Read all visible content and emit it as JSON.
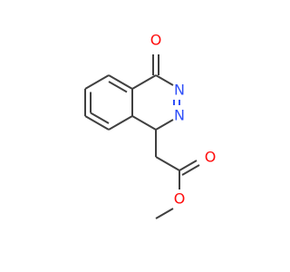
{
  "molecule": {
    "atoms": {
      "o_carbonyl_top": {
        "symbol": "O",
        "color": "#ff0d0d"
      },
      "n_upper": {
        "symbol": "N",
        "color": "#3050f8"
      },
      "n_lower": {
        "symbol": "N",
        "color": "#3050f8"
      },
      "o_ester_carbonyl": {
        "symbol": "O",
        "color": "#ff0d0d"
      },
      "o_ester_single": {
        "symbol": "O",
        "color": "#ff0d0d"
      }
    },
    "colors": {
      "carbon_bond": "#404040",
      "oxygen": "#ff0d0d",
      "nitrogen": "#3050f8",
      "background": "#ffffff"
    }
  }
}
